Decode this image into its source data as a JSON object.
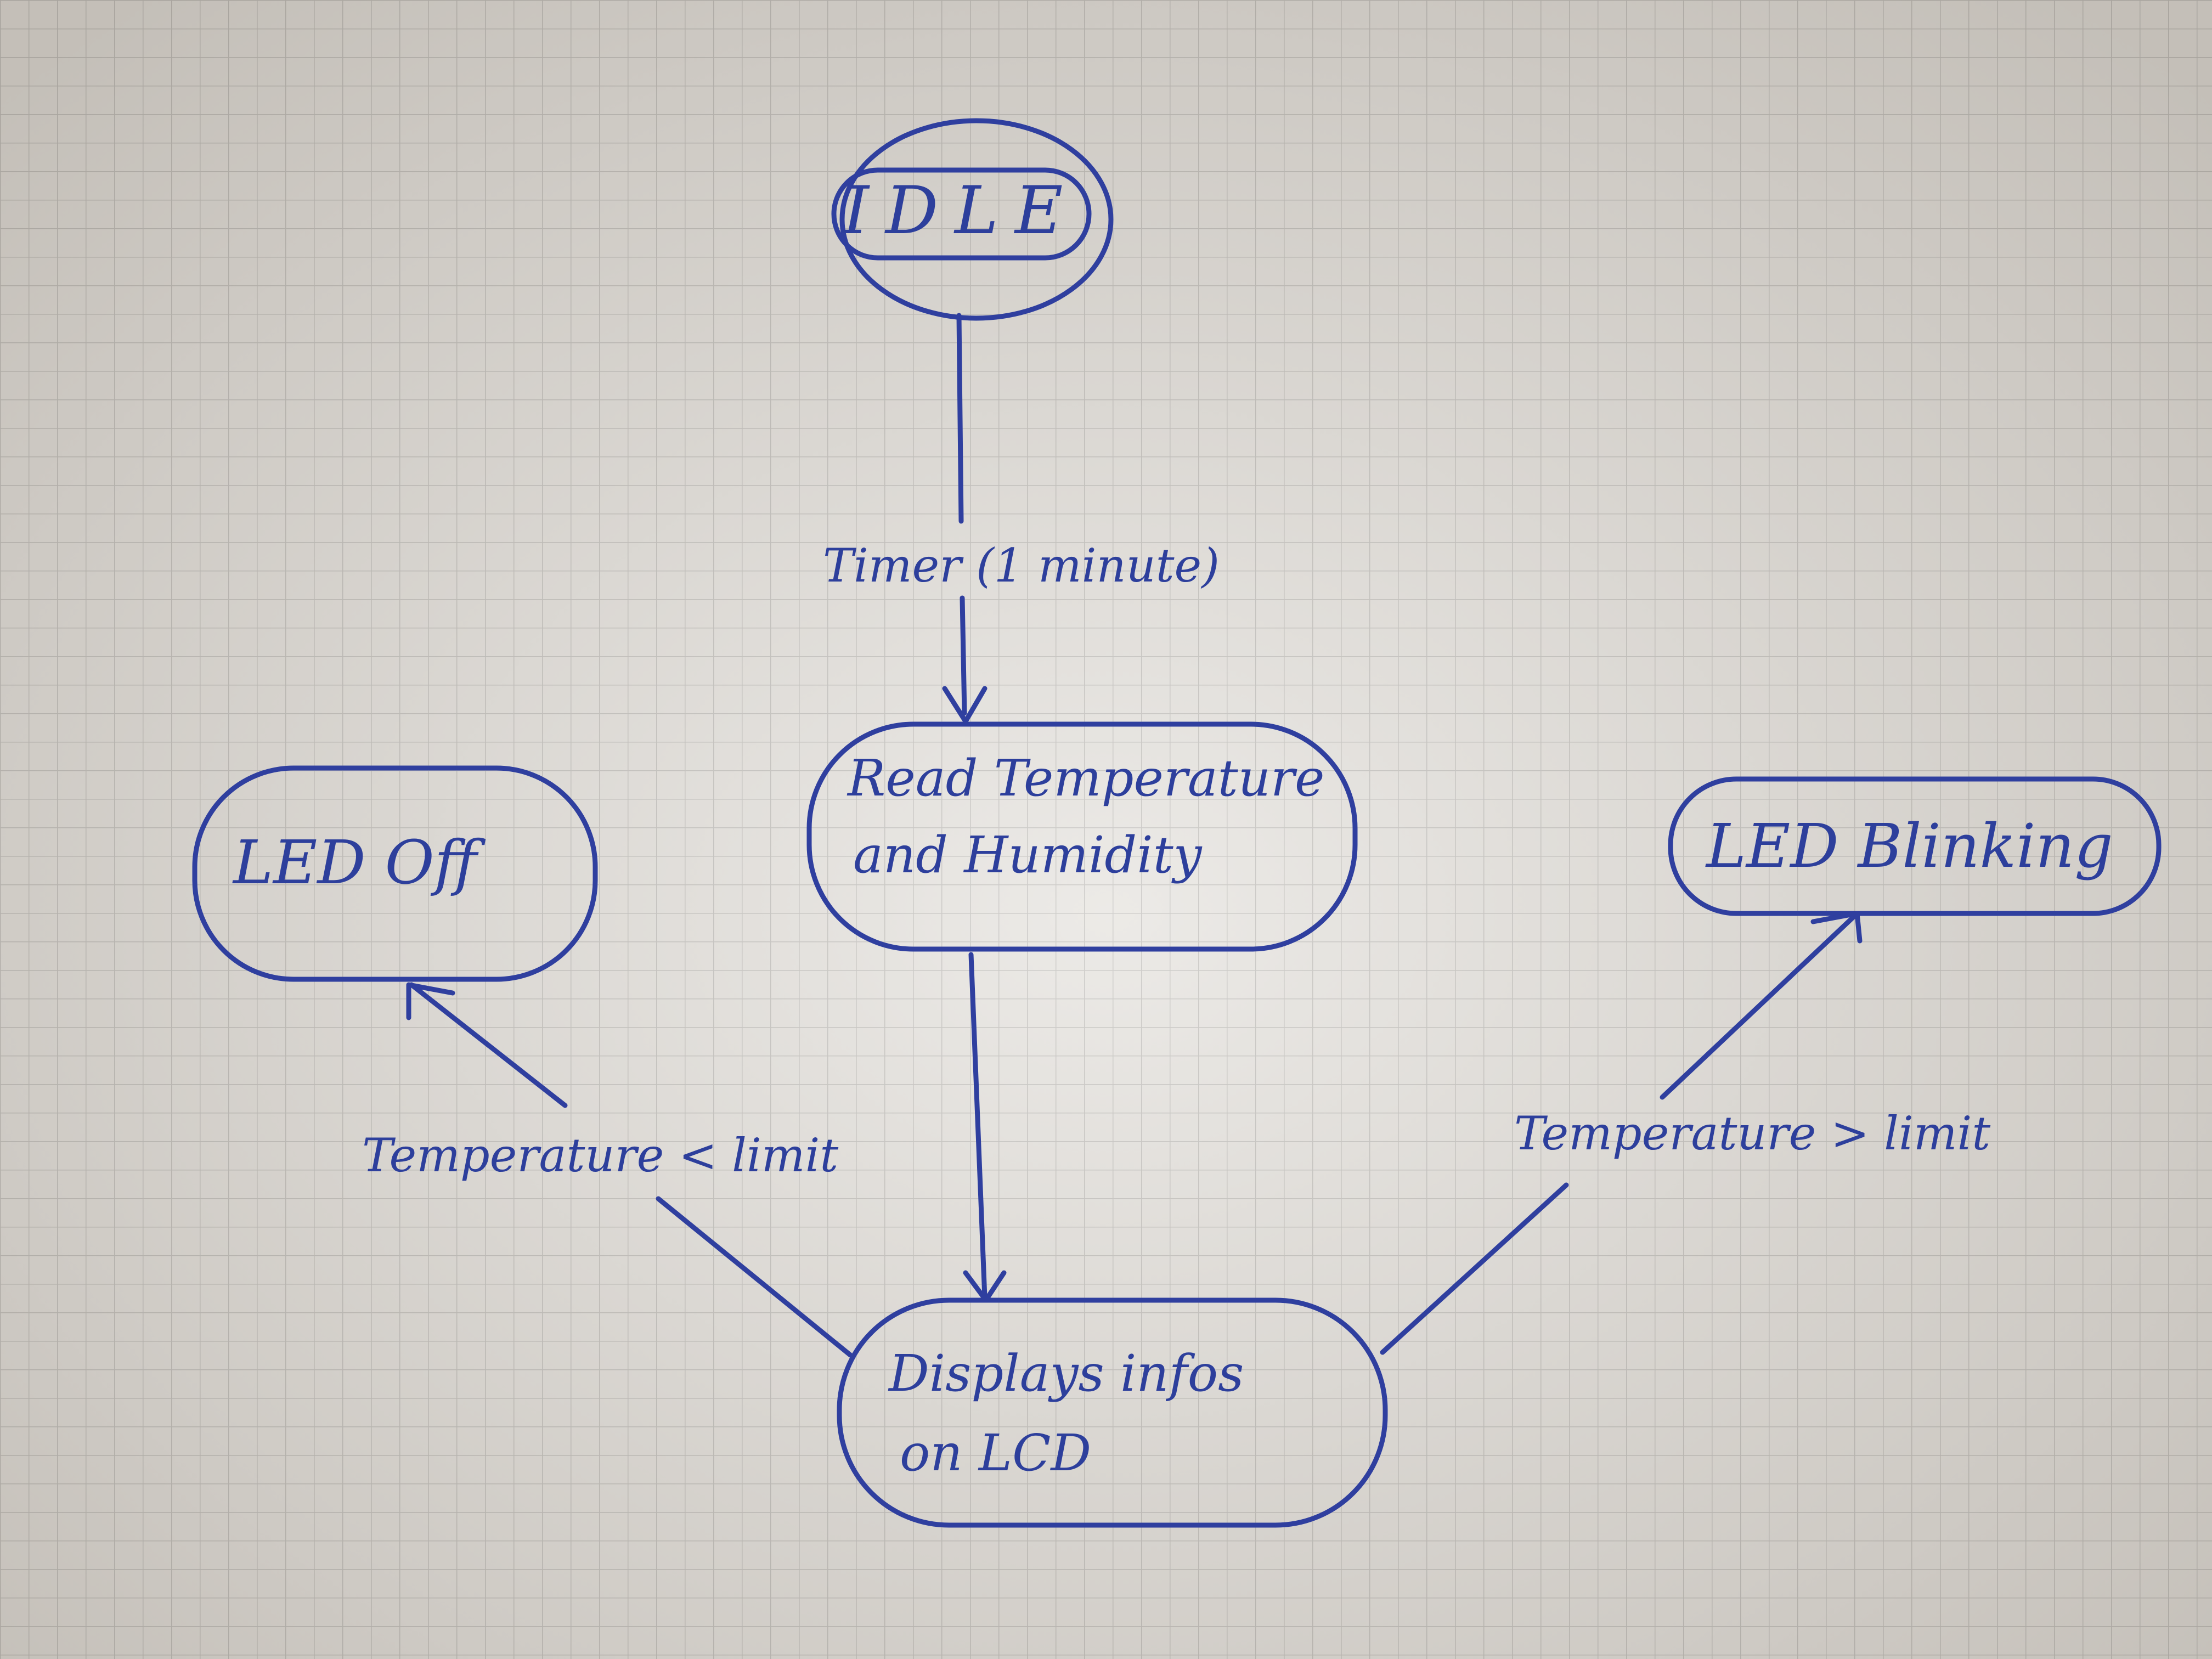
{
  "diagram": {
    "states": {
      "idle": "IDLE",
      "read": [
        "Read Temperature",
        "and Humidity"
      ],
      "display": [
        "Displays infos",
        "on LCD"
      ],
      "led_off": "LED Off",
      "led_blinking": "LED Blinking"
    },
    "transitions": {
      "timer": "Timer (1 minute)",
      "temp_low": "Temperature < limit",
      "temp_high": "Temperature > limit"
    },
    "colors": {
      "ink": "#2f3f9f",
      "paper": "#e2dfda",
      "grid": "#b8b6b2"
    }
  }
}
